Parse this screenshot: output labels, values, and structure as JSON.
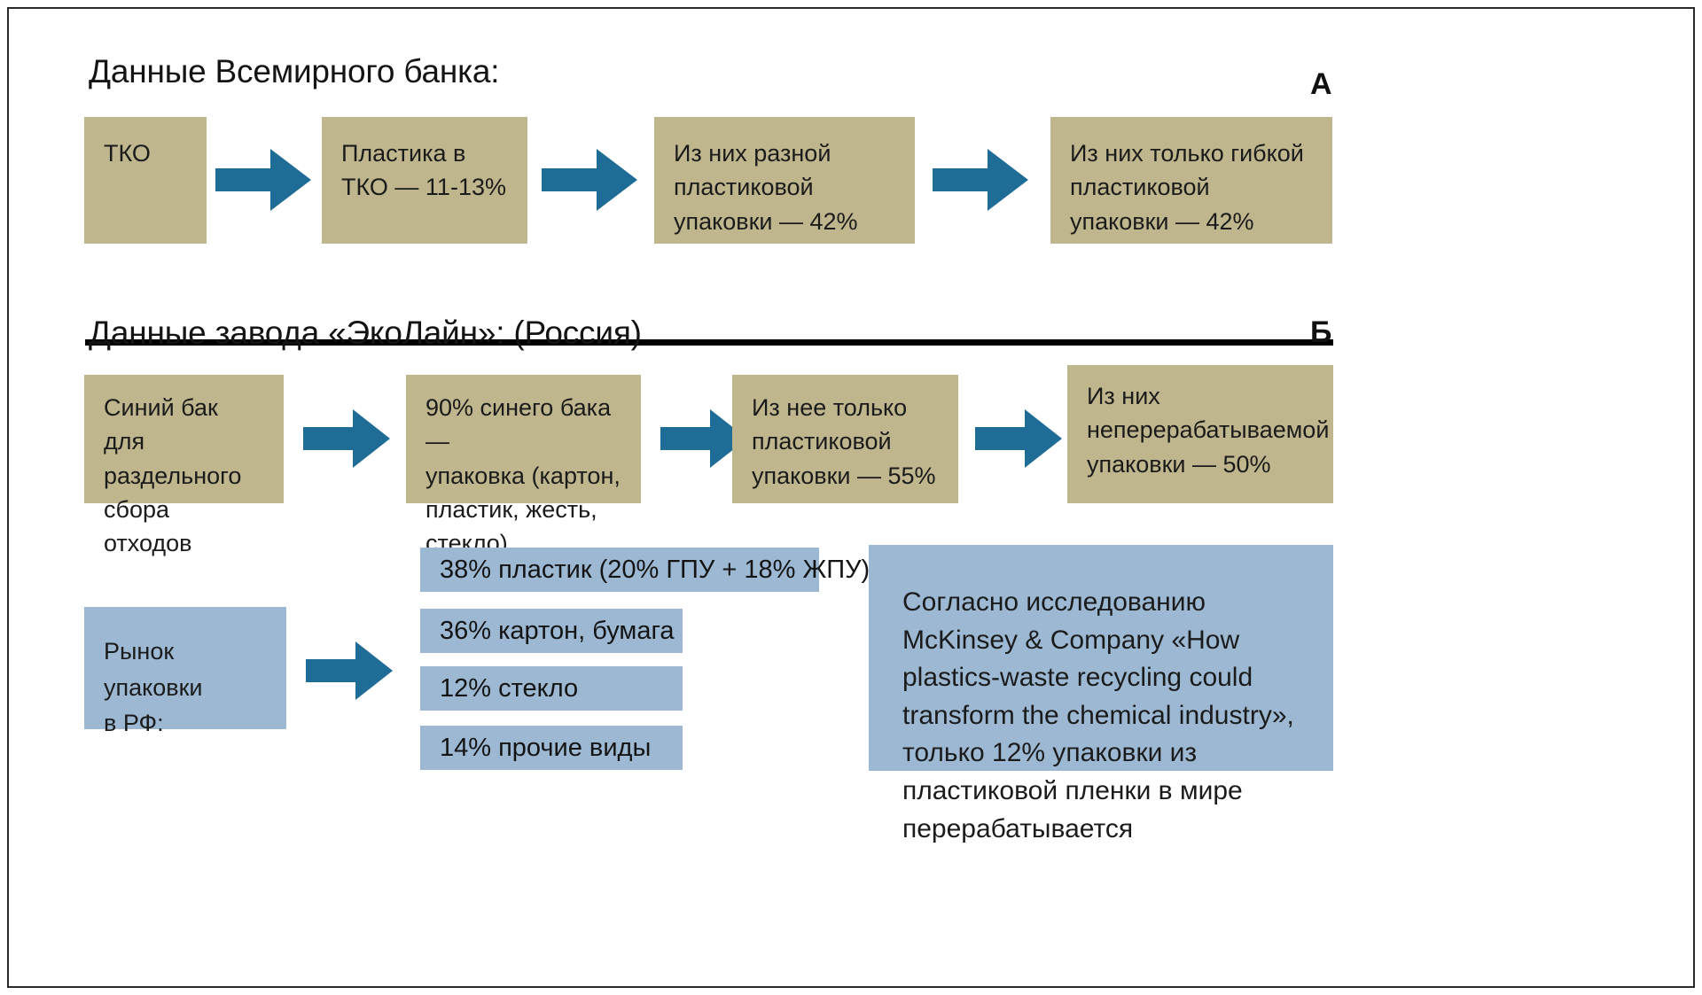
{
  "sections": {
    "a": {
      "letter": "А",
      "title": "Данные Всемирного банка:",
      "steps": [
        "ТКО",
        "Пластика в ТКО — 11-13%",
        "Из них  разной пластиковой упаковки — 42%",
        "Из них только гибкой пластиковой упаковки — 42%"
      ]
    },
    "b": {
      "letter": "Б",
      "title": "Данные завода «ЭкоЛайн»: (Россия)",
      "steps": [
        "Синий бак\nдля раздельного\nсбора отходов",
        "90% синего бака —\nупаковка  (картон,\nпластик, жесть, стекло)",
        "Из нее  только\nпластиковой\nупаковки — 55%",
        "Из них\nнеперерабатываемой\nупаковки — 50%"
      ]
    }
  },
  "market": {
    "label": "Рынок упаковки\nв РФ:",
    "bars": [
      "38% пластик (20% ГПУ + 18% ЖПУ)",
      "36% картон, бумага",
      "12% стекло",
      "14% прочие виды"
    ]
  },
  "note": {
    "text": "Согласно исследованию McKinsey & Company «How plastics-waste recycling could transform the chemical industry», только 12% упаковки из пластиковой пленки в мире перерабатывается"
  },
  "colors": {
    "tan_box": "#bfb68d",
    "blue_box": "#9cb8d2",
    "arrow": "#1f6d96",
    "frame": "#2b2b2b",
    "text": "#141414"
  },
  "chart_data": {
    "type": "bar",
    "title": "Рынок упаковки в РФ",
    "categories": [
      "пластик (20% ГПУ + 18% ЖПУ)",
      "картон, бумага",
      "стекло",
      "прочие виды"
    ],
    "values": [
      38,
      36,
      12,
      14
    ],
    "xlabel": "",
    "ylabel": "%",
    "ylim": [
      0,
      40
    ],
    "labels": [
      "38% пластик (20% ГПУ + 18% ЖПУ)",
      "36% картон, бумага",
      "12% стекло",
      "14% прочие виды"
    ],
    "legend": "none",
    "grid": false
  }
}
